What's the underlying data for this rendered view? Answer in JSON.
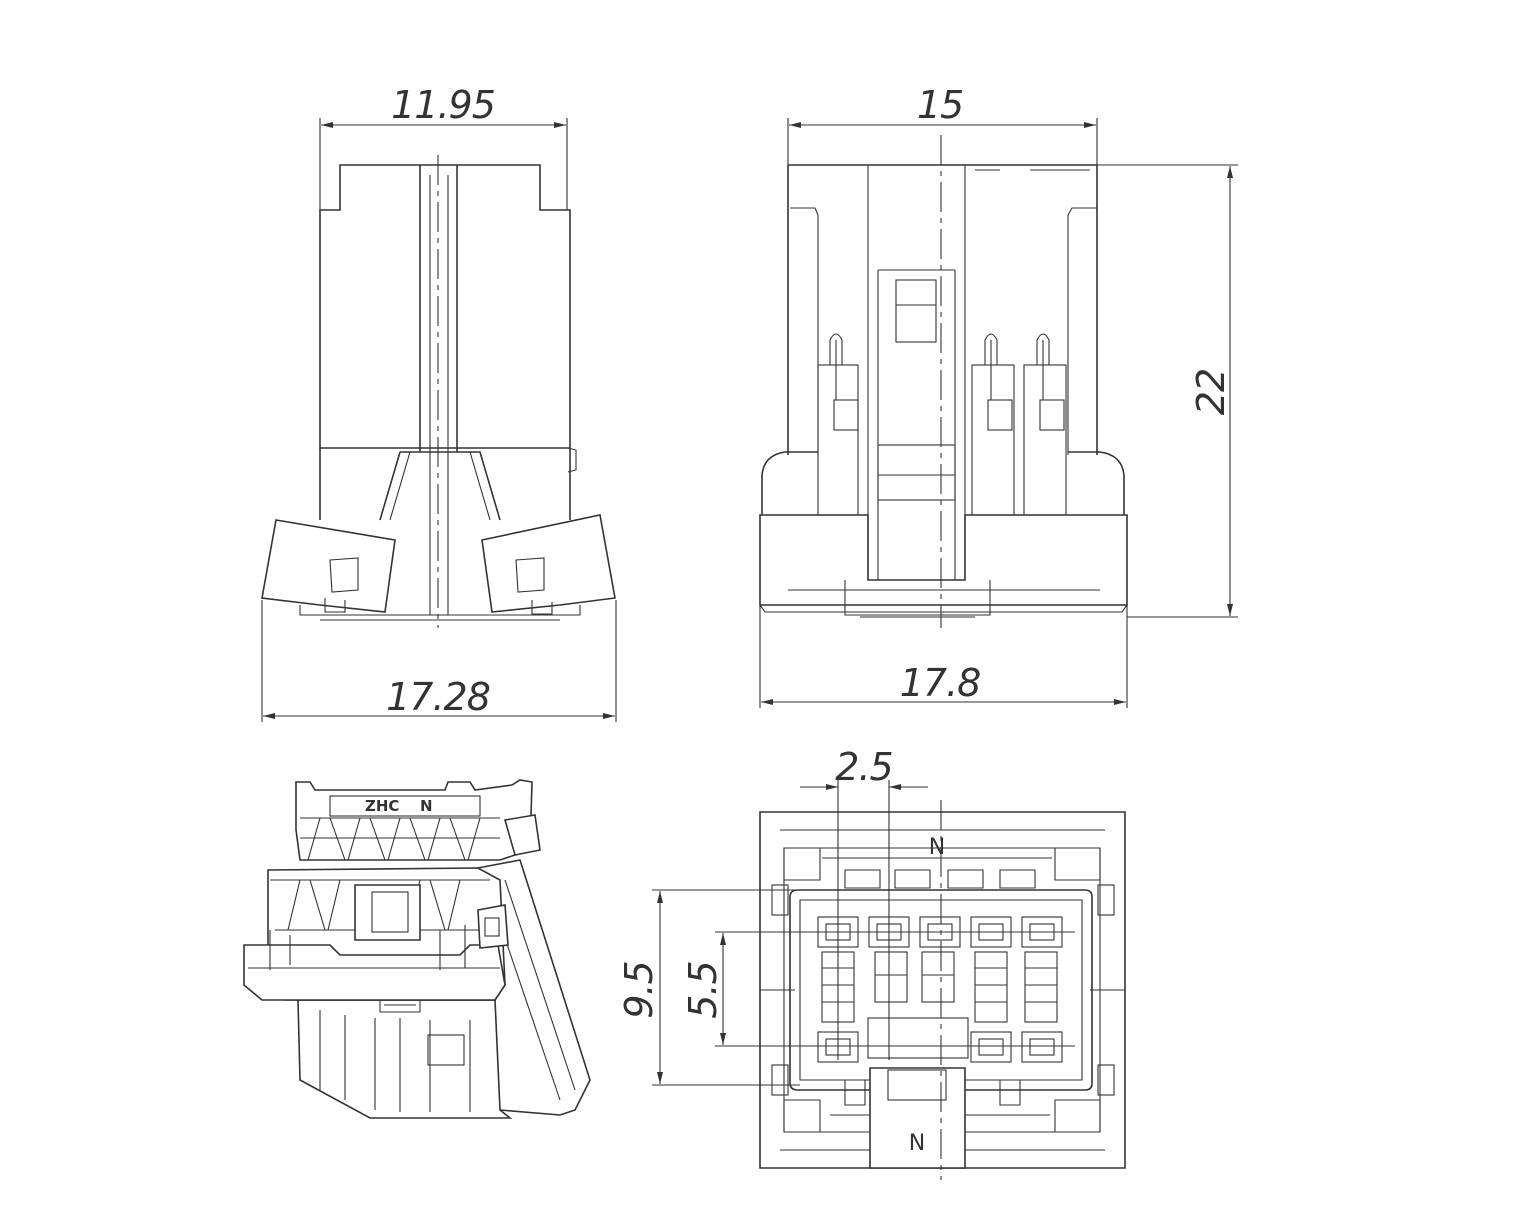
{
  "diagram": {
    "views": {
      "front_view": {
        "dimensions": {
          "top_width": "11.95",
          "bottom_width": "17.28"
        }
      },
      "side_view": {
        "dimensions": {
          "top_width": "15",
          "height": "22",
          "bottom_width": "17.8"
        }
      },
      "iso_view": {
        "marking": {
          "brand": "ZHC",
          "letter": "N"
        }
      },
      "face_view": {
        "dimensions": {
          "pitch": "2.5",
          "row_span": "9.5",
          "inner_span": "5.5"
        },
        "markings": {
          "top": "N",
          "bottom": "N"
        }
      }
    },
    "colors": {
      "line": "#333333",
      "background": "#ffffff"
    }
  }
}
